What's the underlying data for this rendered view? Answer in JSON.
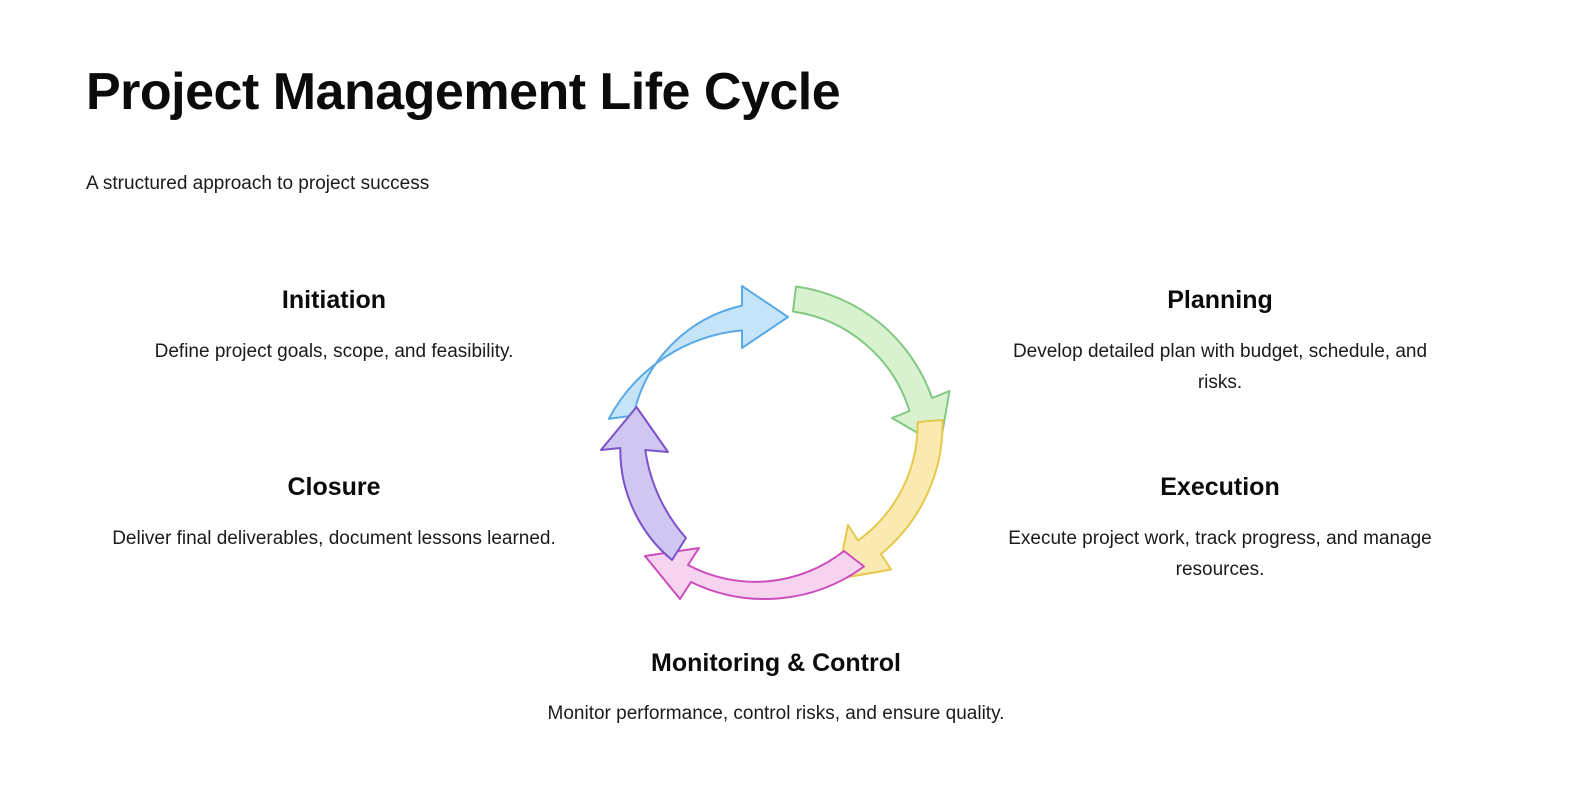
{
  "header": {
    "title": "Project Management Life Cycle",
    "subtitle": "A structured approach to project success"
  },
  "chart_data": {
    "type": "diagram",
    "diagram_kind": "circular-process-cycle",
    "title": "Project Management Life Cycle",
    "subtitle": "A structured approach to project success",
    "direction": "clockwise",
    "phase_count": 5,
    "phases": [
      {
        "order": 1,
        "name": "Initiation",
        "description": "Define project goals, scope, and feasibility.",
        "arrow_color_fill": "#c5e4f7",
        "arrow_color_stroke": "#5aa9e6",
        "arrow_position": "top-left",
        "label_position": "left-upper"
      },
      {
        "order": 2,
        "name": "Planning",
        "description": "Develop detailed plan with budget, schedule, and risks.",
        "arrow_color_fill": "#d8f2d0",
        "arrow_color_stroke": "#82c882",
        "arrow_position": "top-right",
        "label_position": "right-upper"
      },
      {
        "order": 3,
        "name": "Execution",
        "description": "Execute project work, track progress, and manage resources.",
        "arrow_color_fill": "#faeab2",
        "arrow_color_stroke": "#e6c84b",
        "arrow_position": "right",
        "label_position": "right-lower"
      },
      {
        "order": 4,
        "name": "Monitoring & Control",
        "description": "Monitor performance, control risks, and ensure quality.",
        "arrow_color_fill": "#f6d4f0",
        "arrow_color_stroke": "#cc4dbb",
        "arrow_position": "bottom",
        "label_position": "bottom-center"
      },
      {
        "order": 5,
        "name": "Closure",
        "description": "Deliver final deliverables, document lessons learned.",
        "arrow_color_fill": "#cfc6f2",
        "arrow_color_stroke": "#7b52c9",
        "arrow_position": "left",
        "label_position": "left-lower"
      }
    ],
    "background_color": "#ffffff",
    "text_color": "#111111"
  }
}
